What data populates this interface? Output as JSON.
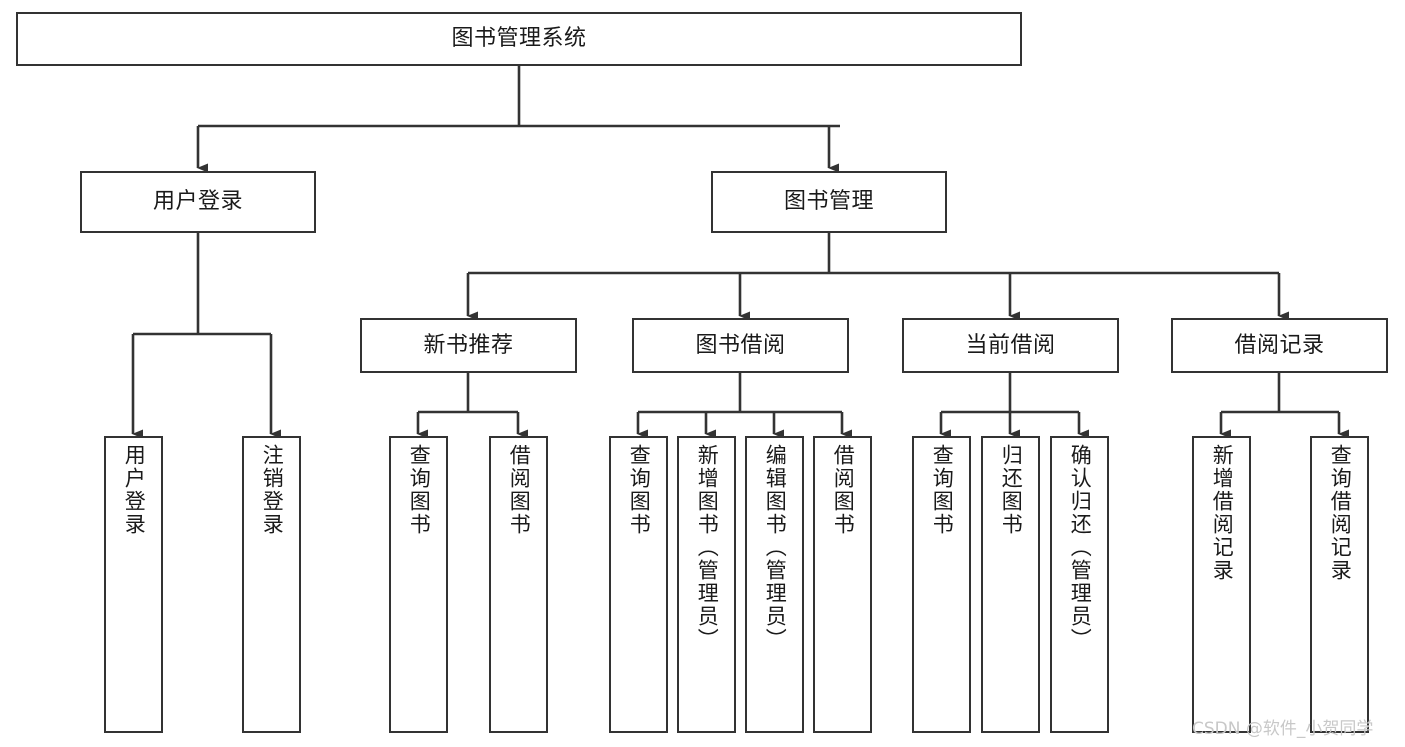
{
  "diagram": {
    "title": "图书管理系统",
    "type": "tree",
    "watermark": "CSDN @软件_小贺同学",
    "colors": {
      "box_border": "#333333",
      "box_fill": "#ffffff",
      "connector": "#333333",
      "text": "#1a1a1a",
      "watermark": "#c8c8c8"
    },
    "nodes": {
      "root": {
        "label": "图书管理系统"
      },
      "level2": [
        {
          "label": "用户登录"
        },
        {
          "label": "图书管理"
        }
      ],
      "level3": [
        {
          "label": "新书推荐"
        },
        {
          "label": "图书借阅"
        },
        {
          "label": "当前借阅"
        },
        {
          "label": "借阅记录"
        }
      ],
      "leaves": {
        "user_login": [
          {
            "label": "用户登录"
          },
          {
            "label": "注销登录"
          }
        ],
        "new_book_recommend": [
          {
            "label": "查询图书"
          },
          {
            "label": "借阅图书"
          }
        ],
        "book_borrow": [
          {
            "label": "查询图书"
          },
          {
            "label": "新增图书（管理员）"
          },
          {
            "label": "编辑图书（管理员）"
          },
          {
            "label": "借阅图书"
          }
        ],
        "current_borrow": [
          {
            "label": "查询图书"
          },
          {
            "label": "归还图书"
          },
          {
            "label": "确认归还（管理员）"
          }
        ],
        "borrow_record": [
          {
            "label": "新增借阅记录"
          },
          {
            "label": "查询借阅记录"
          }
        ]
      }
    }
  }
}
